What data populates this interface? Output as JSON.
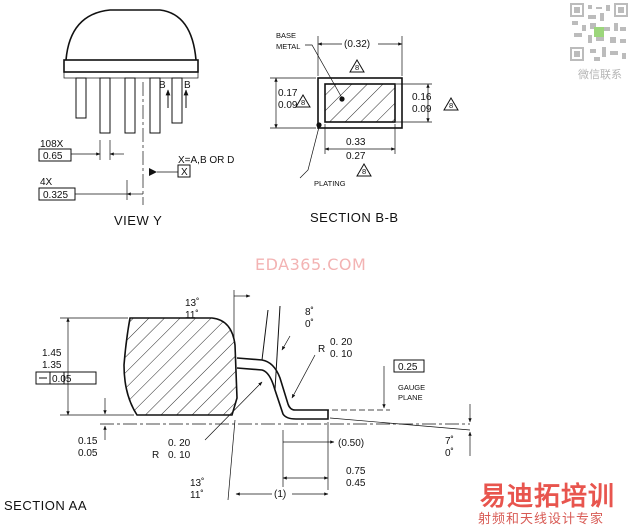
{
  "view_y": {
    "title": "VIEW Y",
    "pkg_count_prefix": "108X",
    "pkg_count_value": "0.65",
    "pitch_prefix": "4X",
    "pitch_value": "0.325",
    "datum_note": "X=A,B OR D",
    "datum_box": "X",
    "section_marker_left": "B",
    "section_marker_right": "B"
  },
  "section_bb": {
    "title": "SECTION B-B",
    "base_metal_line1": "BASE",
    "base_metal_line2": "METAL",
    "top_dim": "(0.32)",
    "left_dim_max": "0.17",
    "left_dim_min": "0.09",
    "right_dim_max": "0.16",
    "right_dim_min": "0.09",
    "bottom_dim_max": "0.33",
    "bottom_dim_min": "0.27",
    "plating": "PLATING",
    "note_flag": "8"
  },
  "section_aa": {
    "title": "SECTION AA",
    "top_angle_max": "13˚",
    "top_angle_min": "11˚",
    "right_angle_max": "8˚",
    "right_angle_min": "0˚",
    "radius_upper_prefix": "R",
    "radius_upper_max": "0. 20",
    "radius_upper_min": "0. 10",
    "height_max": "1.45",
    "height_min": "1.35",
    "flatness": "0.05",
    "gauge_value": "0.25",
    "gauge_label1": "GAUGE",
    "gauge_label2": "PLANE",
    "standoff_max": "0.15",
    "standoff_min": "0.05",
    "radius_lower_prefix": "R",
    "radius_lower_max": "0. 20",
    "radius_lower_min": "0. 10",
    "ref_dim": "(0.50)",
    "foot_max": "0.75",
    "foot_min": "0.45",
    "lead_angle_max": "7˚",
    "lead_angle_min": "0˚",
    "bottom_angle_max": "13˚",
    "bottom_angle_min": "11˚",
    "foot_len": "(1)"
  },
  "watermarks": {
    "center": "EDA365.COM",
    "qr_caption": "微信联系",
    "logo": "易迪拓培训",
    "logo_sub": "射频和天线设计专家"
  }
}
